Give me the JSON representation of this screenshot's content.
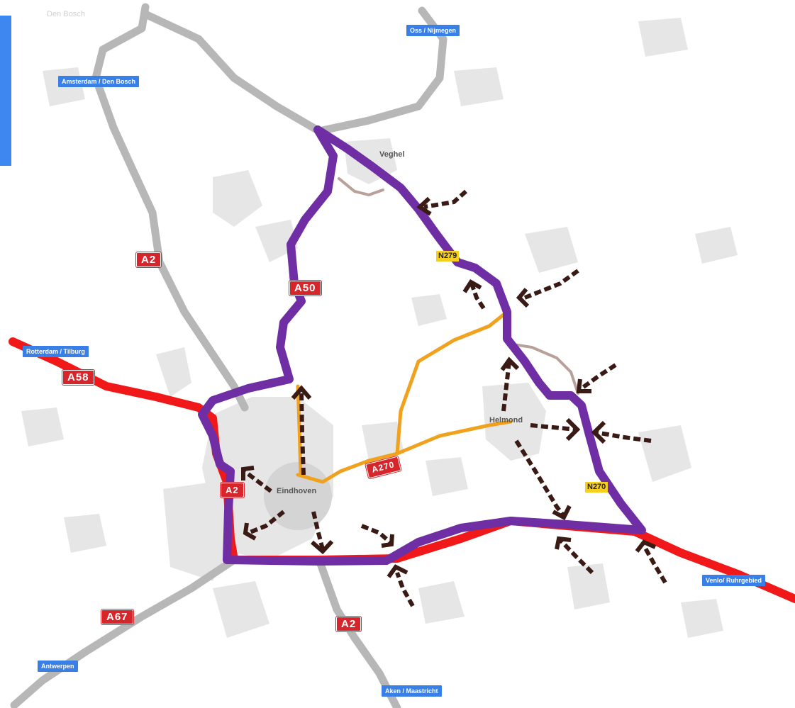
{
  "colors": {
    "background": "#ffffff",
    "urban_area": "#e6e6e6",
    "motorway_grey": "#b7b7b7",
    "motorway_red": "#f01818",
    "orange_route": "#f0a21e",
    "brown_road": "#b9a09a",
    "purple_ring": "#6f2ea3",
    "arrow_color": "#3a1a14",
    "sign_blue": "#3a7fe6",
    "shield_red": "#d7262b",
    "shield_yellow": "#f6cf1f"
  },
  "sidebar": {
    "tab_icon": "blue-panel"
  },
  "destinations": {
    "amsterdam": "Amsterdam / Den Bosch",
    "oss": "Oss / Nijmegen",
    "rotterdam": "Rotterdam / Tilburg",
    "venlo": "Venlo/ Ruhrgebied",
    "antwerpen": "Antwerpen",
    "aken": "Aken / Maastricht"
  },
  "roads": {
    "a2_top": "A2",
    "a50": "A50",
    "a58": "A58",
    "a2_left": "A2",
    "a270": "A270",
    "a67": "A67",
    "a2_bottom": "A2",
    "n279": "N279",
    "n270": "N270"
  },
  "places": {
    "den_bosch": "Den Bosch",
    "veghel": "Veghel",
    "helmond": "Helmond",
    "eindhoven": "Eindhoven"
  }
}
